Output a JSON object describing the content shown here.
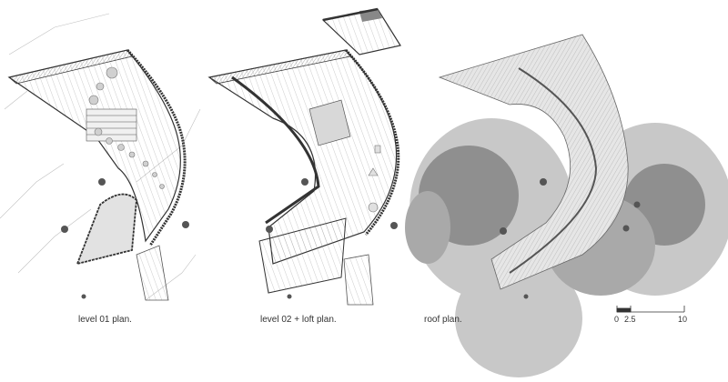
{
  "captions": {
    "plan1": "level 01 plan.",
    "plan2": "level 02 + loft plan.",
    "plan3": "roof plan."
  },
  "scale_bar": {
    "labels": [
      "0",
      "2.5",
      "10"
    ]
  },
  "colors": {
    "ink": "#333333",
    "hatch": "#555555",
    "tree_dark": "#8f8f8f",
    "tree_mid": "#a9a9a9",
    "tree_light": "#c8c8c8",
    "roof_fill": "#e6e6e6",
    "dot": "#555555"
  }
}
